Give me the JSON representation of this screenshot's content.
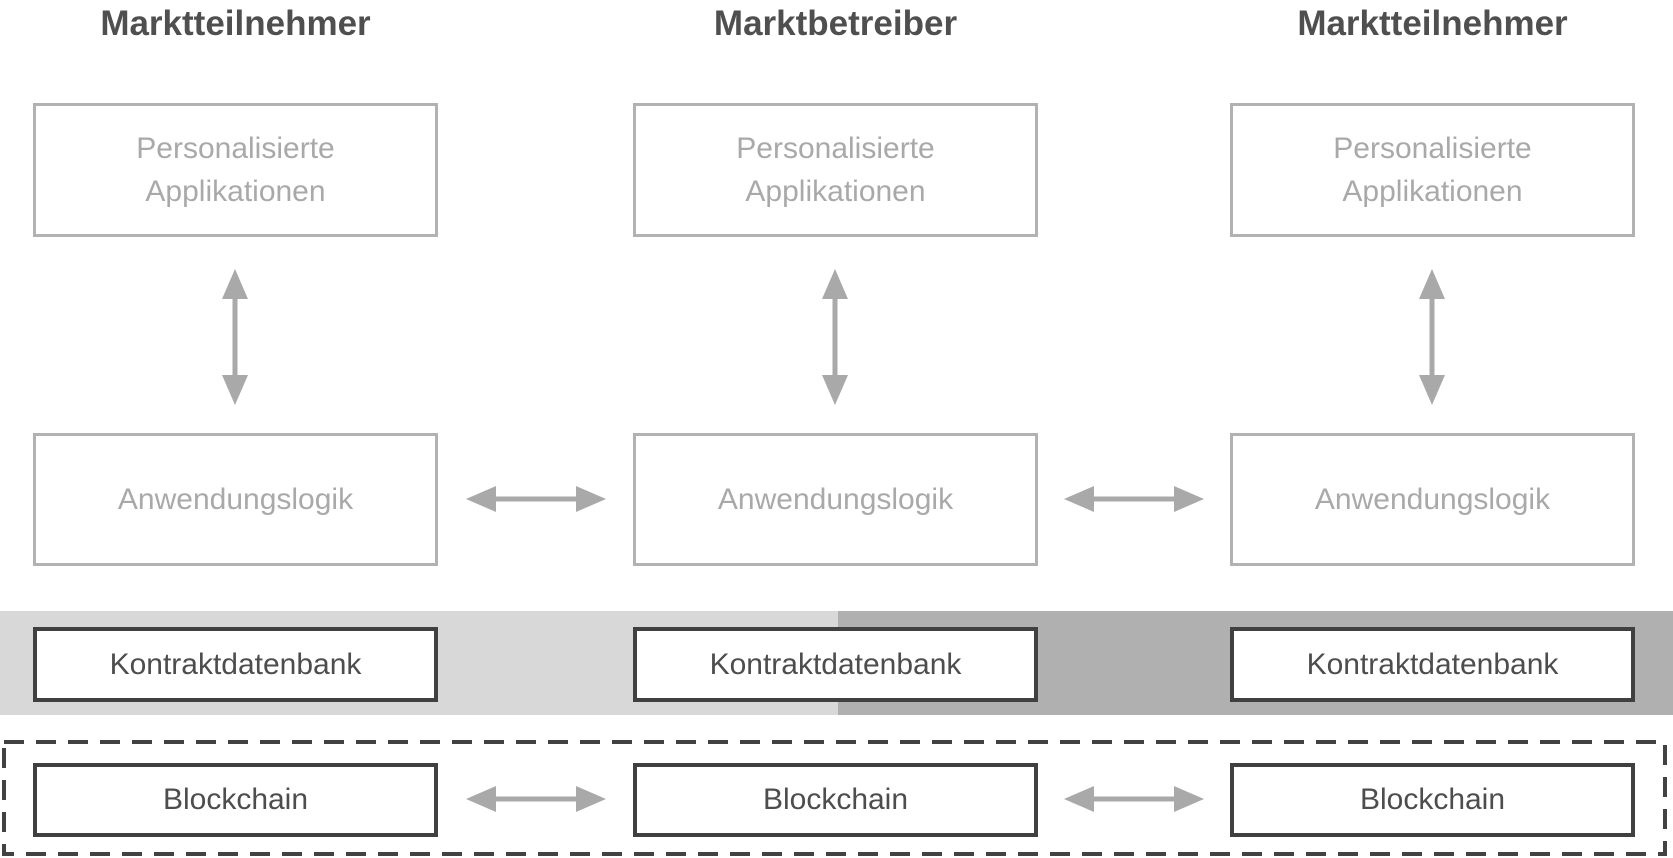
{
  "colors": {
    "header_text": "#4f4f4f",
    "box_border_light": "#b2b2b2",
    "box_text_light": "#a9a9a9",
    "arrow": "#a9a9a9",
    "band_left": "#d8d8d8",
    "band_right": "#b0b0b0",
    "box_border_dark": "#404040",
    "box_text_dark": "#4d4d4d",
    "dashed_border": "#424242",
    "background": "#ffffff"
  },
  "columns": [
    {
      "header": "Marktteilnehmer",
      "applications_label": "Personalisierte Applikationen",
      "logic_label": "Anwendungslogik",
      "contract_db_label": "Kontraktdatenbank",
      "blockchain_label": "Blockchain"
    },
    {
      "header": "Marktbetreiber",
      "applications_label": "Personalisierte Applikationen",
      "logic_label": "Anwendungslogik",
      "contract_db_label": "Kontraktdatenbank",
      "blockchain_label": "Blockchain"
    },
    {
      "header": "Marktteilnehmer",
      "applications_label": "Personalisierte Applikationen",
      "logic_label": "Anwendungslogik",
      "contract_db_label": "Kontraktdatenbank",
      "blockchain_label": "Blockchain"
    }
  ]
}
